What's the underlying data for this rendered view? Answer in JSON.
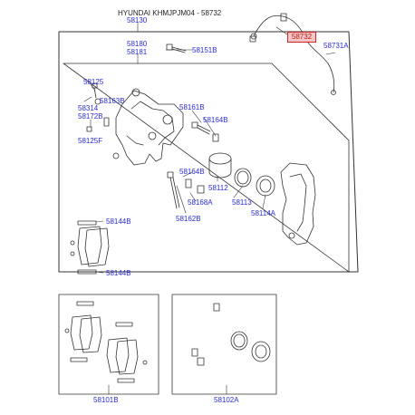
{
  "header": {
    "title": "HYUNDAI KHMJPJM04 - 58732"
  },
  "highlight_part": {
    "label": "58732",
    "color": "#d42424"
  },
  "colors": {
    "label": "#2b2bd8",
    "line": "#333333"
  },
  "parts": {
    "p58130": "58130",
    "p58180": "58180",
    "p58181": "58181",
    "p58151B": "58151B",
    "p58731A": "58731A",
    "p58125": "58125",
    "p58163B": "58163B",
    "p58314": "58314",
    "p58172B": "58172B",
    "p58125F": "58125F",
    "p58161B": "58161B",
    "p58164B_1": "58164B",
    "p58164B_2": "58164B",
    "p58112": "58112",
    "p58168A": "58168A",
    "p58113": "58113",
    "p58114A": "58114A",
    "p58162B": "58162B",
    "p58144B_1": "58144B",
    "p58144B_2": "58144B",
    "p58101B": "58101B",
    "p58102A": "58102A"
  }
}
